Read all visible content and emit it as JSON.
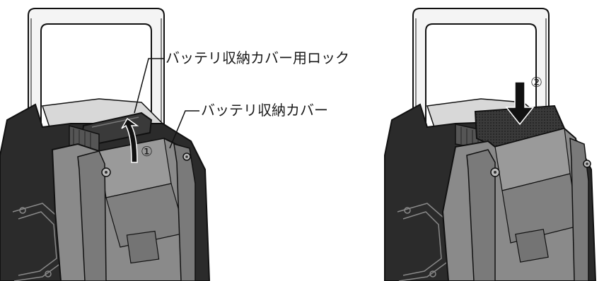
{
  "labels": {
    "lock": "バッテリ収納カバー用ロック",
    "cover": "バッテリ収納カバー"
  },
  "steps": {
    "first": "①",
    "second": "②"
  },
  "colors": {
    "body_dark": "#2b2b2b",
    "cover_gray": "#8a8a8a",
    "line": "#111111"
  }
}
